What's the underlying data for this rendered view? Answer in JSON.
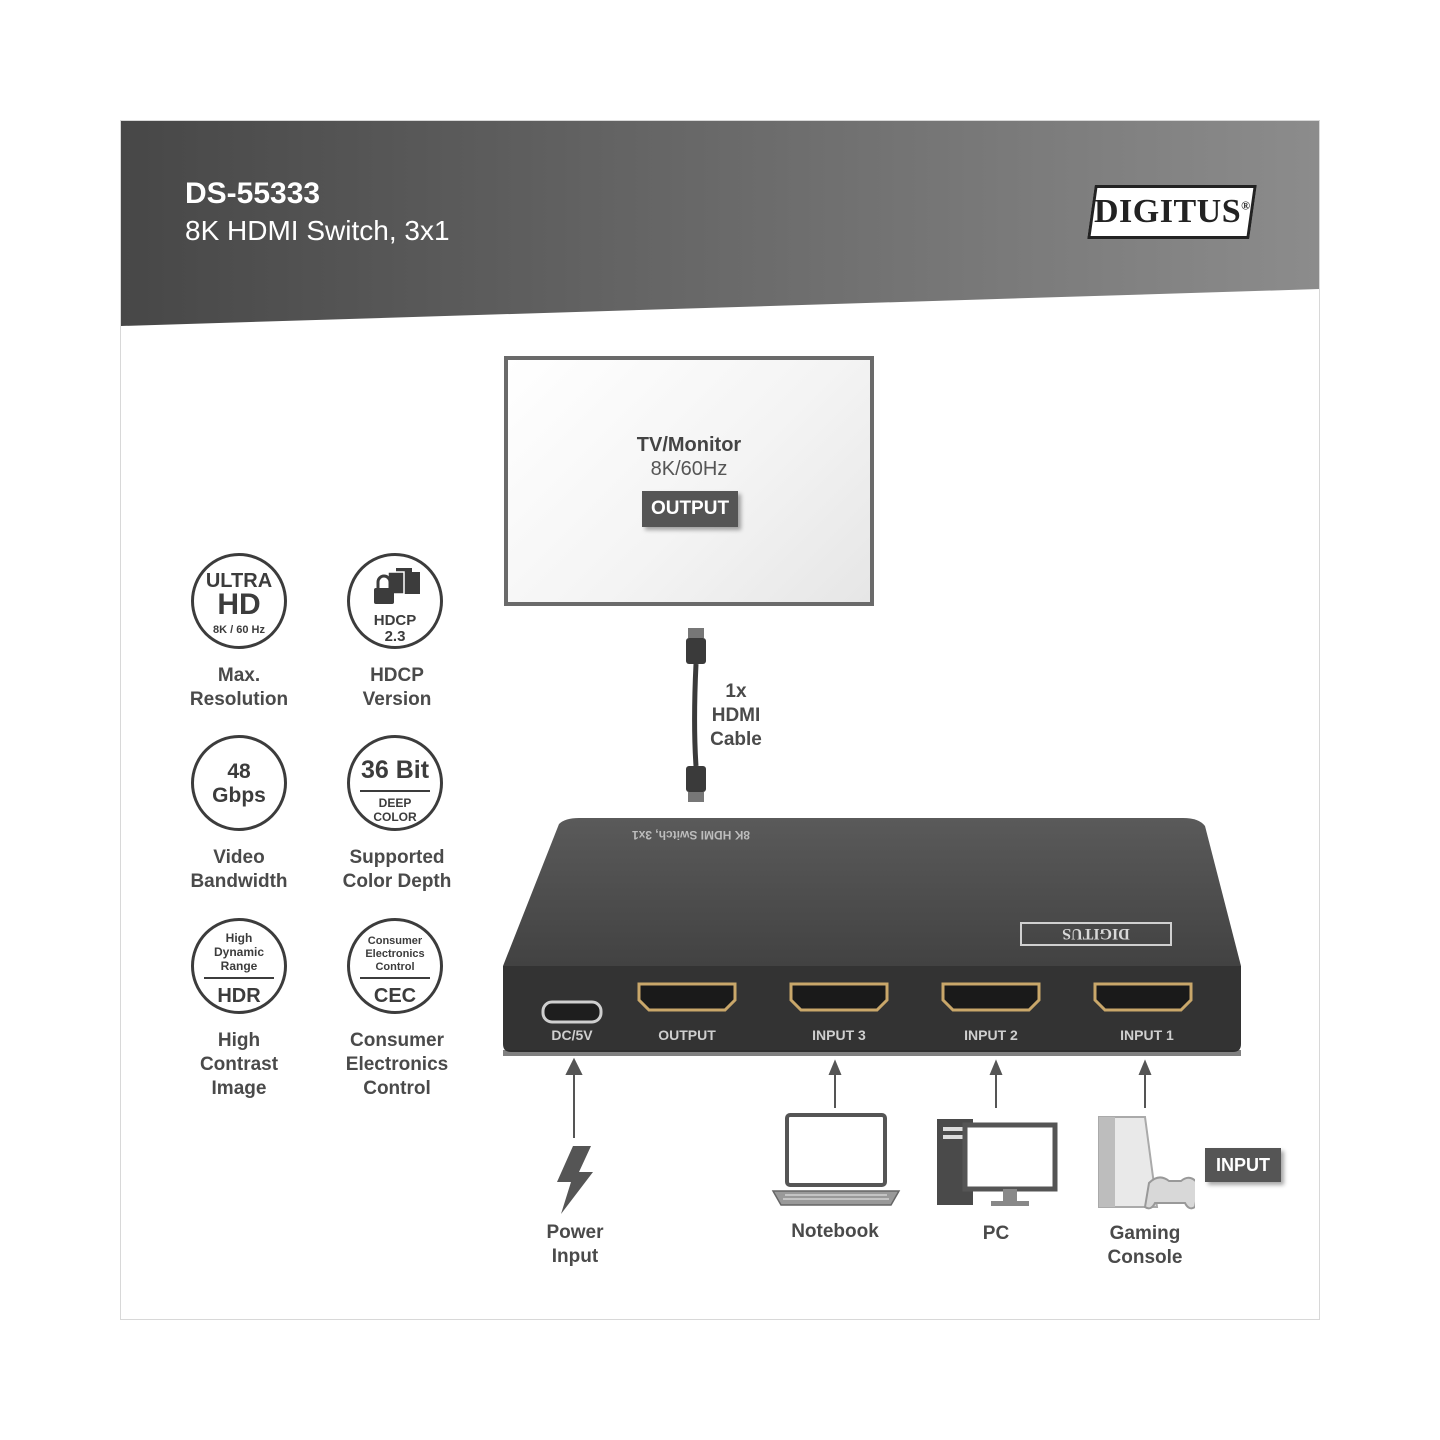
{
  "header": {
    "model": "DS-55333",
    "subtitle": "8K HDMI Switch, 3x1",
    "logo": "DIGITUS",
    "logo_mark": "®"
  },
  "monitor": {
    "title": "TV/Monitor",
    "resolution": "8K/60Hz",
    "tag": "OUTPUT"
  },
  "cable": {
    "line1": "1x",
    "line2": "HDMI",
    "line3": "Cable"
  },
  "features": [
    {
      "badge_lines": [
        "ULTRA",
        "HD",
        "8K / 60 Hz"
      ],
      "label": [
        "Max.",
        "Resolution"
      ]
    },
    {
      "badge_lines": [
        "HDCP",
        "2.3"
      ],
      "label": [
        "HDCP",
        "Version"
      ],
      "icon": "lock-document-icon"
    },
    {
      "badge_lines": [
        "48",
        "Gbps"
      ],
      "label": [
        "Video",
        "Bandwidth"
      ]
    },
    {
      "badge_lines": [
        "36 Bit",
        "DEEP",
        "COLOR"
      ],
      "label": [
        "Supported",
        "Color Depth"
      ]
    },
    {
      "badge_lines": [
        "High",
        "Dynamic",
        "Range",
        "HDR"
      ],
      "label": [
        "High",
        "Contrast",
        "Image"
      ]
    },
    {
      "badge_lines": [
        "Consumer",
        "Electronics",
        "Control",
        "CEC"
      ],
      "label": [
        "Consumer",
        "Electronics",
        "Control"
      ]
    }
  ],
  "device": {
    "top_print": "8K HDMI Switch, 3x1",
    "brand": "DIGITUS",
    "ports": [
      "DC/5V",
      "OUTPUT",
      "INPUT 3",
      "INPUT 2",
      "INPUT 1"
    ],
    "body_color": "#3f3f3f"
  },
  "sources": [
    {
      "label": [
        "Power",
        "Input"
      ],
      "icon": "lightning-icon"
    },
    {
      "label": [
        "Notebook"
      ],
      "icon": "laptop-icon"
    },
    {
      "label": [
        "PC"
      ],
      "icon": "desktop-pc-icon"
    },
    {
      "label": [
        "Gaming",
        "Console"
      ],
      "icon": "game-console-icon"
    }
  ],
  "input_tag": "INPUT",
  "colors": {
    "header_dark": "#4a4a4a",
    "header_light": "#8a8a8a",
    "tag_bg": "#555555"
  }
}
